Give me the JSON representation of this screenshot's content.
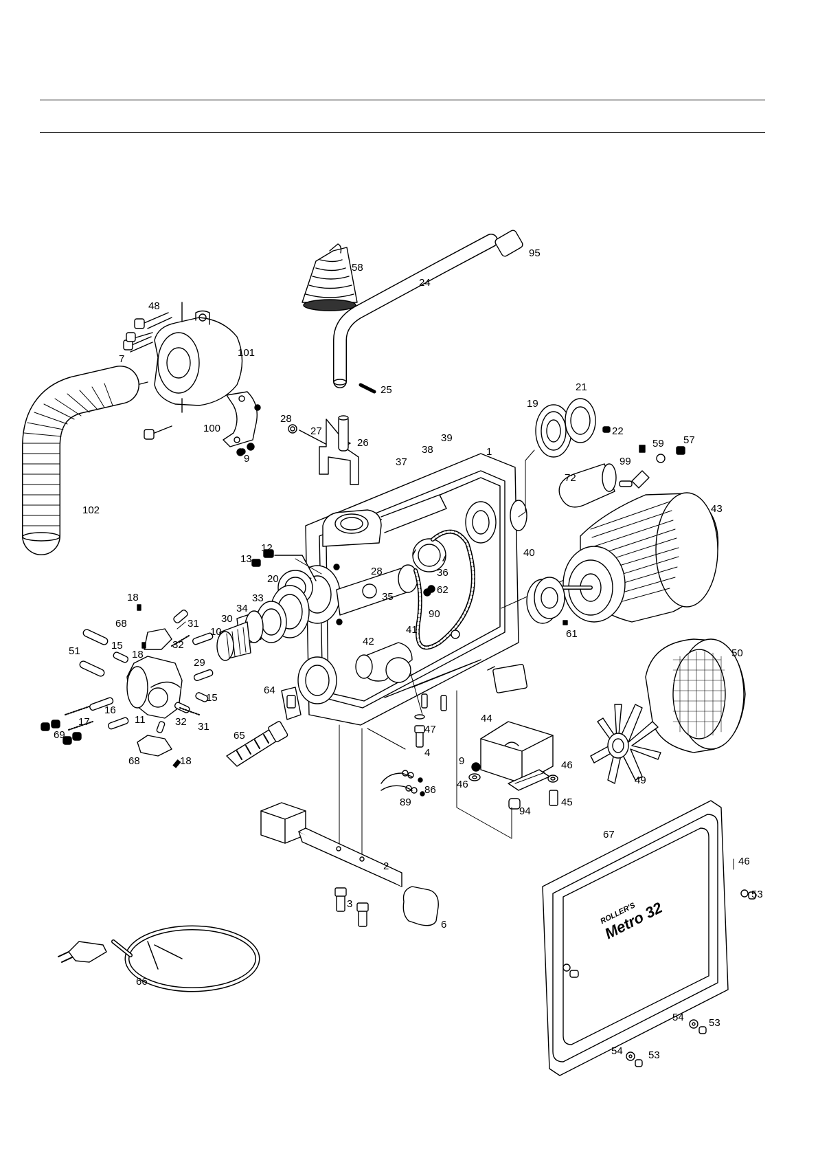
{
  "labels": {
    "l1": "1",
    "l2": "2",
    "l3": "3",
    "l4": "4",
    "l6": "6",
    "l7": "7",
    "l9a": "9",
    "l9b": "9",
    "l10": "10",
    "l11": "11",
    "l12": "12",
    "l13": "13",
    "l15a": "15",
    "l15b": "15",
    "l16": "16",
    "l17": "17",
    "l18a": "18",
    "l18b": "18",
    "l18c": "18",
    "l19": "19",
    "l20": "20",
    "l21": "21",
    "l22": "22",
    "l24": "24",
    "l25": "25",
    "l26": "26",
    "l27": "27",
    "l28a": "28",
    "l28b": "28",
    "l29": "29",
    "l30": "30",
    "l31a": "31",
    "l31b": "31",
    "l32a": "32",
    "l32b": "32",
    "l33": "33",
    "l34": "34",
    "l35": "35",
    "l36": "36",
    "l37": "37",
    "l38": "38",
    "l39": "39",
    "l40": "40",
    "l41": "41",
    "l42": "42",
    "l43": "43",
    "l44": "44",
    "l45": "45",
    "l46a": "46",
    "l46b": "46",
    "l46c": "46",
    "l47": "47",
    "l48": "48",
    "l49": "49",
    "l50": "50",
    "l51": "51",
    "l53a": "53",
    "l53b": "53",
    "l53c": "53",
    "l54a": "54",
    "l54b": "54",
    "l57": "57",
    "l58": "58",
    "l59": "59",
    "l61": "61",
    "l62": "62",
    "l64": "64",
    "l65": "65",
    "l66": "66",
    "l67": "67",
    "l68a": "68",
    "l68b": "68",
    "l69": "69",
    "l72": "72",
    "l86": "86",
    "l89": "89",
    "l90": "90",
    "l94": "94",
    "l95": "95",
    "l99": "99",
    "l100": "100",
    "l101": "101",
    "l102": "102"
  },
  "logo": {
    "brand": "ROLLER'S",
    "model": "Metro 32"
  }
}
